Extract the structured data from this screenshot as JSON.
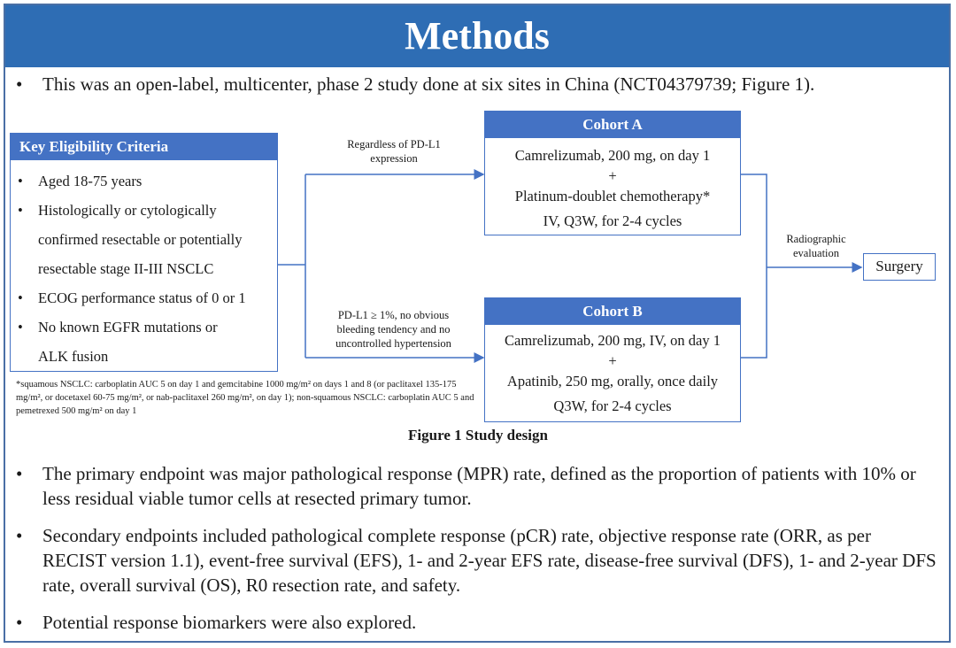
{
  "header": {
    "title": "Methods"
  },
  "intro": "This was an open-label, multicenter, phase 2 study done at six sites in China (NCT04379739; Figure 1).",
  "bullet_char": "•",
  "key_criteria": {
    "title": "Key  Eligibility Criteria",
    "items": [
      "Aged 18-75 years",
      "Histologically or cytologically",
      "confirmed resectable or potentially",
      "resectable stage II-III  NSCLC",
      "ECOG performance status of 0 or 1",
      "No known EGFR mutations or",
      "ALK fusion"
    ]
  },
  "branch_a_label": [
    "Regardless  of PD-L1",
    "expression"
  ],
  "branch_b_label": [
    "PD-L1 ≥ 1%, no obvious",
    "bleeding tendency and no",
    "uncontrolled hypertension"
  ],
  "cohort_a": {
    "title": "Cohort A",
    "lines": [
      "Camrelizumab, 200 mg, on day 1",
      "+",
      "Platinum-doublet chemotherapy*",
      "IV, Q3W, for 2-4 cycles"
    ]
  },
  "cohort_b": {
    "title": "Cohort B",
    "lines": [
      "Camrelizumab, 200 mg, IV, on day 1",
      "+",
      "Apatinib, 250 mg, orally, once daily",
      "Q3W, for 2-4 cycles"
    ]
  },
  "evaluation_label": [
    "Radiographic",
    "evaluation"
  ],
  "surgery_label": "Surgery",
  "footnote": "*squamous NSCLC: carboplatin AUC 5 on day 1 and gemcitabine 1000 mg/m² on days 1 and 8 (or paclitaxel 135-175 mg/m², or docetaxel 60-75 mg/m², or nab-paclitaxel 260 mg/m², on day 1); non-squamous NSCLC: carboplatin AUC 5 and pemetrexed 500 mg/m² on day 1",
  "figure_caption": "Figure 1 Study design",
  "bullets": [
    "The primary endpoint was major pathological response (MPR) rate, defined as the proportion of patients with 10% or less residual viable tumor cells at resected primary tumor.",
    "Secondary endpoints included pathological complete response (pCR) rate, objective response rate (ORR, as per RECIST version 1.1), event-free survival (EFS), 1- and 2-year EFS rate, disease-free survival (DFS), 1- and 2-year DFS rate, overall survival (OS), R0 resection rate, and safety.",
    "Potential response biomarkers were also explored."
  ],
  "colors": {
    "banner": "#2e6db4",
    "box_header": "#4472c4",
    "border": "#4472c4"
  }
}
